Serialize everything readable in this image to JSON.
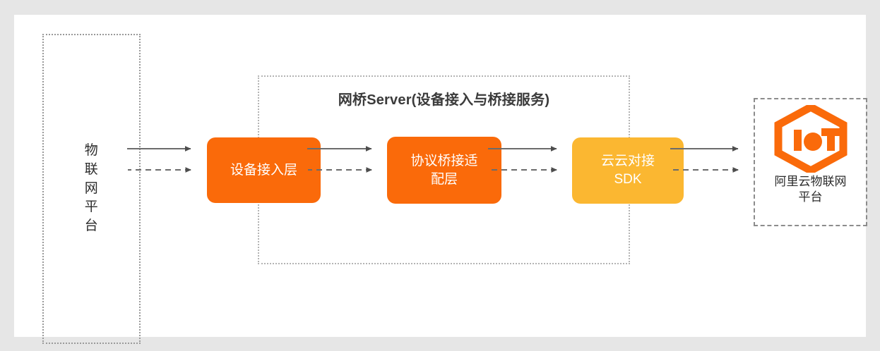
{
  "diagram": {
    "title_text": "网桥Server(设备接入与桥接服务)",
    "left_platform": {
      "label": "物联网平台"
    },
    "nodes": [
      {
        "id": "device-access-layer",
        "label": "设备接入层",
        "color": "#fa6a0a"
      },
      {
        "id": "protocol-bridge-adapter-layer",
        "label": "协议桥接适\n配层",
        "label_line1": "协议桥接适",
        "label_line2": "配层",
        "color": "#fa6a0a"
      },
      {
        "id": "cloud-to-cloud-sdk",
        "label_line1": "云云对接",
        "label_line2": "SDK",
        "color": "#fbb731"
      }
    ],
    "right_platform": {
      "label_line1": "阿里云物联网",
      "label_line2": "平台",
      "logo_name": "alibaba-cloud-iot-logo",
      "logo_color": "#fa6a0a"
    },
    "connectors": {
      "forward_style": "solid-arrow-right",
      "return_style": "dashed-arrow-left",
      "line_color": "#6b6b6b"
    },
    "colors": {
      "page_background": "#e6e6e6",
      "panel_background": "#ffffff",
      "orange": "#fa6a0a",
      "amber": "#fbb731",
      "text_dark": "#2b2b2b"
    }
  }
}
